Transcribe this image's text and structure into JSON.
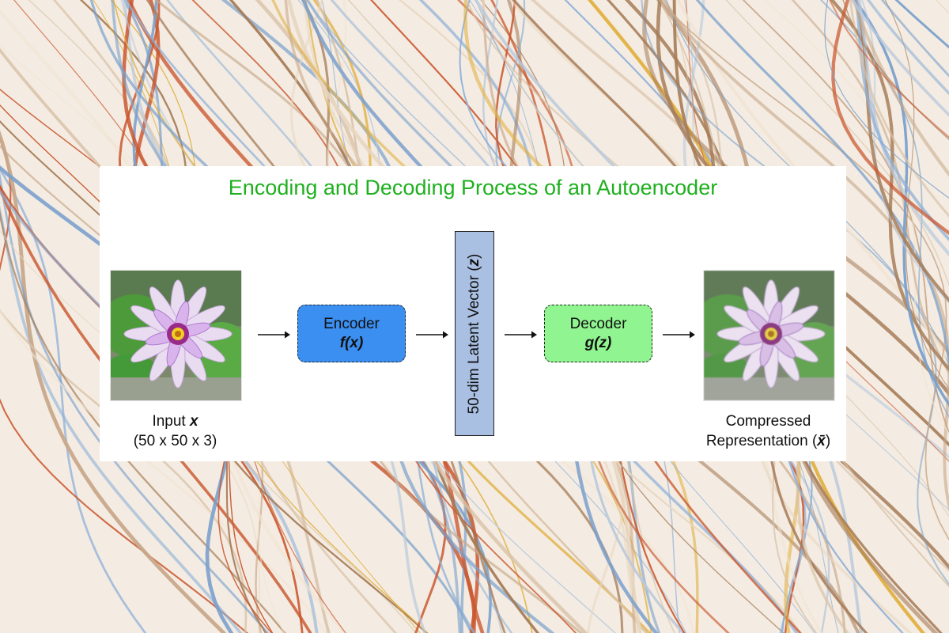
{
  "diagram": {
    "title": "Encoding and Decoding Process of an Autoencoder",
    "title_color": "#1fb01f",
    "input": {
      "label": "Input ",
      "symbol": "x",
      "dims": "(50 x 50 x 3)"
    },
    "encoder": {
      "label": "Encoder",
      "function": "f(x)",
      "color": "#3b8ff0"
    },
    "latent": {
      "label": "50-dim Latent Vector (",
      "symbol": "z",
      "label_end": ")",
      "color": "#aac0e3"
    },
    "decoder": {
      "label": "Decoder",
      "function": "g(z)",
      "color": "#90f590"
    },
    "output": {
      "line1": "Compressed",
      "line2": "Representation (",
      "symbol": "x̄",
      "line2_end": ")"
    }
  }
}
